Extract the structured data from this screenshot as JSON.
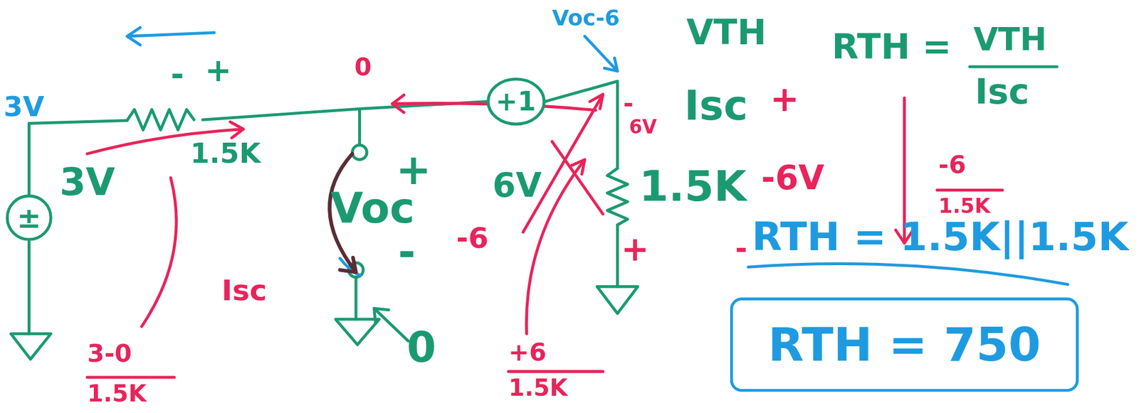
{
  "diagram": {
    "nodes": [
      {
        "text": [
          "±"
        ]
      },
      {
        "text": [
          "+1"
        ]
      },
      {
        "text": [
          "RTH = 750"
        ]
      }
    ],
    "labels": [
      "3V",
      "-",
      "+",
      "1.5K",
      "3V",
      "3-0",
      "1.5K",
      "0",
      "+",
      "Voc",
      "-",
      "Isc",
      "-6",
      "0",
      "Voc-6",
      "6V",
      "-",
      "6V",
      "1.5K",
      "+",
      "+6",
      "1.5K",
      "VTH",
      "Isc",
      "+",
      "-6V",
      "RTH =",
      "VTH",
      "Isc",
      "-6",
      "1.5K",
      "-",
      "RTH = 1.5K||1.5K"
    ]
  }
}
